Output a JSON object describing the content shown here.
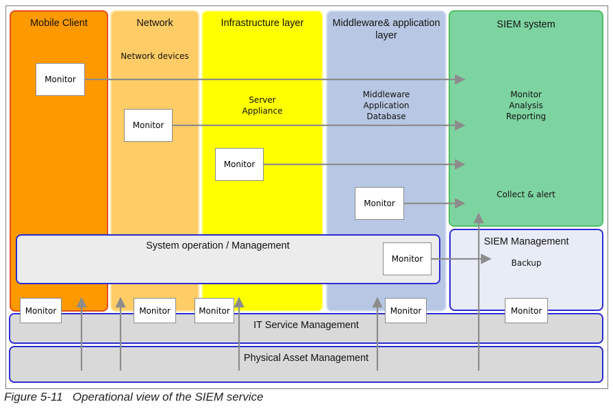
{
  "columns": {
    "mobile": {
      "title": "Mobile Client"
    },
    "network": {
      "title": "Network",
      "subtitle": "Network devices"
    },
    "infra": {
      "title": "Infrastructure layer",
      "subtitle": "Server\nAppliance"
    },
    "middleware": {
      "title": "Middleware& application\nlayer",
      "subtitle": "Middleware\nApplication\nDatabase"
    },
    "siem": {
      "title": "SIEM system",
      "functions": "Monitor\nAnalysis\nReporting",
      "collect": "Collect & alert"
    }
  },
  "siem_management": {
    "title": "SIEM Management",
    "backup": "Backup"
  },
  "system_operation": {
    "title": "System operation / Management"
  },
  "bands": {
    "it_service": "IT Service Management",
    "physical_asset": "Physical Asset Management"
  },
  "monitor_label": "Monitor",
  "caption": "Figure 5-11   Operational view of the SIEM service",
  "colors": {
    "mobile": "#ff9900",
    "network": "#ffcc66",
    "infra": "#ffff00",
    "middleware": "#b8c8e4",
    "siem": "#7ed4a0",
    "siem_management": "#e8ecf6",
    "band": "#d9d9d9",
    "band_border": "#2a2ad0",
    "arrow": "#8c8c8c"
  }
}
